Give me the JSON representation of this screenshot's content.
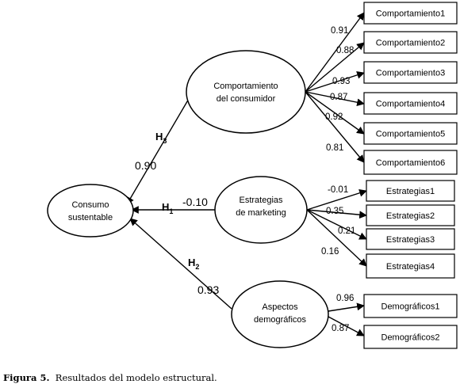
{
  "latents": {
    "consumo": [
      "Consumo",
      "sustentable"
    ],
    "comportamiento": [
      "Comportamiento",
      "del consumidor"
    ],
    "estrategias": [
      "Estrategias",
      "de marketing"
    ],
    "aspectos": [
      "Aspectos",
      "demográficos"
    ]
  },
  "indicators": {
    "comportamiento": [
      "Comportamiento1",
      "Comportamiento2",
      "Comportamiento3",
      "Comportamiento4",
      "Comportamiento5",
      "Comportamiento6"
    ],
    "estrategias": [
      "Estrategias1",
      "Estrategias2",
      "Estrategias3",
      "Estrategias4"
    ],
    "aspectos": [
      "Demográficos1",
      "Demográficos2"
    ]
  },
  "loadings": {
    "comportamiento": [
      "0.91",
      "0.88",
      "0.93",
      "0.87",
      "0.92",
      "0.81"
    ],
    "estrategias": [
      "-0.01",
      "0.35",
      "0.21",
      "0.16"
    ],
    "aspectos": [
      "0.96",
      "0.87"
    ]
  },
  "paths": {
    "h3": {
      "letter": "H",
      "sub": "3",
      "coef": "0.90"
    },
    "h1": {
      "letter": "H",
      "sub": "1",
      "coef": "-0.10"
    },
    "h2": {
      "letter": "H",
      "sub": "2",
      "coef": "0.93"
    }
  },
  "caption": {
    "label": "Figura 5.",
    "text": "Resultados del modelo estructural."
  }
}
